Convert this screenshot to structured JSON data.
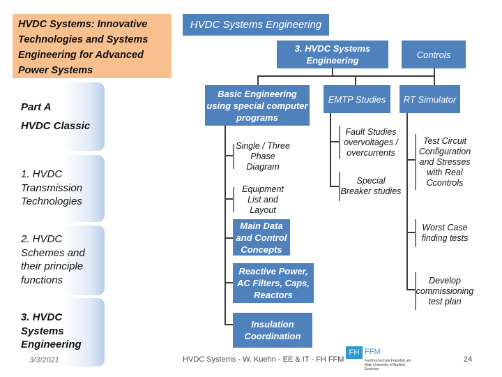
{
  "title": "HVDC Systems: Innovative Technologies and Systems Engineering for Advanced Power Systems",
  "sidebar": {
    "part": "Part A",
    "part_sub": "HVDC Classic",
    "items": [
      {
        "label": "1. HVDC Transmission Technologies"
      },
      {
        "label": "2. HVDC Schemes and their principle functions"
      },
      {
        "label": "3. HVDC Systems Engineering"
      }
    ],
    "date": "3/3/2021"
  },
  "header": "HVDC Systems Engineering",
  "chart": {
    "root": "3. HVDC Systems Engineering",
    "controls": "Controls",
    "basic": "Basic Engineering using special computer programs",
    "emtp": "EMTP Studies",
    "rt": "RT Simulator",
    "single_three": "Single / Three Phase Diagram",
    "equipment": "Equipment List and Layout",
    "main_data": "Main Data and Control Concepts",
    "reactive": "Reactive Power, AC Filters, Caps, Reactors",
    "insulation": "Insulation Coordination",
    "fault": "Fault Studies overvoltages / overcurrents",
    "special_breaker": "Special Breaker studies",
    "test_circuit": "Test Circuit Configuration and Stresses with Real Ccontrols",
    "worst_case": "Worst Case finding tests",
    "develop": "Develop commissioning test plan"
  },
  "footer": {
    "text": "HVDC Systems - W. Kuehn - EE & IT - FH FFM",
    "logo_fh": "FH",
    "logo_ffm": "FFM",
    "logo_small": "Fachhochschule Frankfurt am Main University of Applied Sciences",
    "page": "24"
  },
  "colors": {
    "accent_blue": "#4f81bd",
    "title_orange": "#f9c08f"
  }
}
